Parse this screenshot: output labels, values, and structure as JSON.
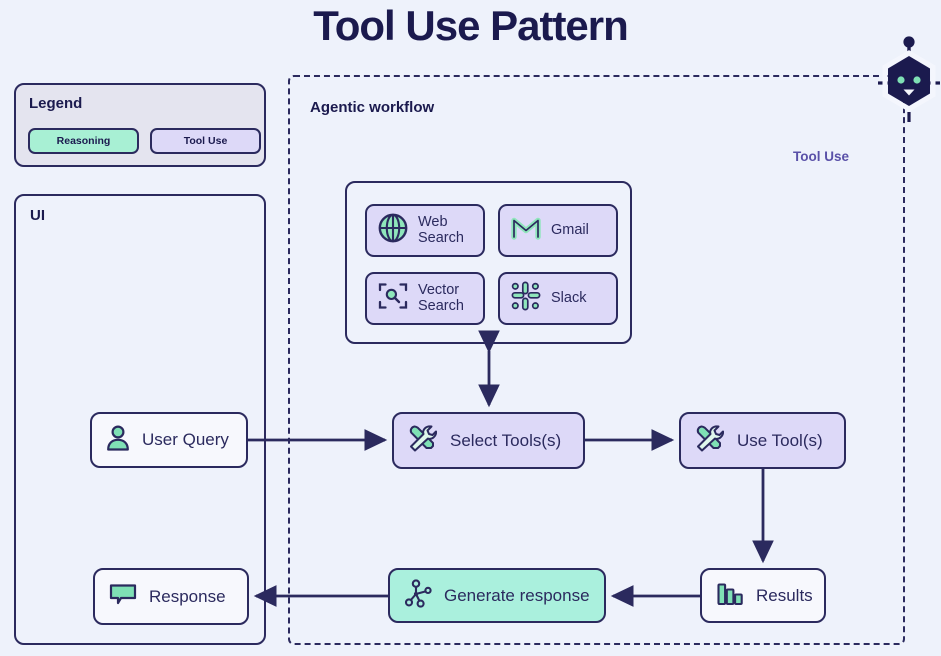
{
  "page": {
    "title": "Tool Use Pattern",
    "background_color": "#eef2fb",
    "ink_color": "#2b2a5e",
    "accent_mint": "#aaf0dd",
    "accent_purple": "#ddd9f8",
    "label_purple": "#5a51a8"
  },
  "legend": {
    "title": "Legend",
    "items": [
      {
        "label": "Reasoning",
        "color": "#a8f0d4"
      },
      {
        "label": "Tool Use",
        "color": "#ddd9f8"
      }
    ]
  },
  "ui_container": {
    "label": "UI"
  },
  "agentic_container": {
    "label": "Agentic workflow",
    "side_label": "Tool Use"
  },
  "tools_panel": {
    "tools": [
      {
        "name": "Web Search",
        "icon": "globe-icon"
      },
      {
        "name": "Gmail",
        "icon": "gmail-icon"
      },
      {
        "name": "Vector Search",
        "icon": "vector-search-icon"
      },
      {
        "name": "Slack",
        "icon": "slack-icon"
      }
    ]
  },
  "flow": {
    "nodes": [
      {
        "id": "user-query",
        "label": "User Query",
        "icon": "user-icon",
        "style": "white"
      },
      {
        "id": "select-tools",
        "label": "Select Tools(s)",
        "icon": "tools-icon",
        "style": "purple"
      },
      {
        "id": "use-tools",
        "label": "Use Tool(s)",
        "icon": "tools-icon",
        "style": "purple"
      },
      {
        "id": "response",
        "label": "Response",
        "icon": "chat-icon",
        "style": "white"
      },
      {
        "id": "generate-response",
        "label": "Generate response",
        "icon": "network-icon",
        "style": "mint"
      },
      {
        "id": "results",
        "label": "Results",
        "icon": "bar-chart-icon",
        "style": "white"
      }
    ]
  },
  "bot": {
    "icon": "robot-hexagon-icon"
  }
}
